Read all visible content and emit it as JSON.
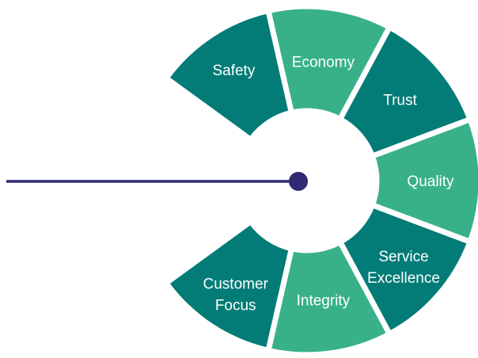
{
  "colors": {
    "dark_teal": "#037c77",
    "light_teal": "#38b18a",
    "pointer": "#2f2a73",
    "background": "#ffffff"
  },
  "segments": [
    {
      "id": "safety",
      "lines": [
        "Safety"
      ],
      "color": "dark_teal"
    },
    {
      "id": "economy",
      "lines": [
        "Economy"
      ],
      "color": "light_teal"
    },
    {
      "id": "trust",
      "lines": [
        "Trust"
      ],
      "color": "dark_teal"
    },
    {
      "id": "quality",
      "lines": [
        "Quality"
      ],
      "color": "light_teal"
    },
    {
      "id": "service",
      "lines": [
        "Service",
        "Excellence"
      ],
      "color": "dark_teal"
    },
    {
      "id": "integrity",
      "lines": [
        "Integrity"
      ],
      "color": "light_teal"
    },
    {
      "id": "customer",
      "lines": [
        "Customer",
        "Focus"
      ],
      "color": "dark_teal"
    }
  ]
}
